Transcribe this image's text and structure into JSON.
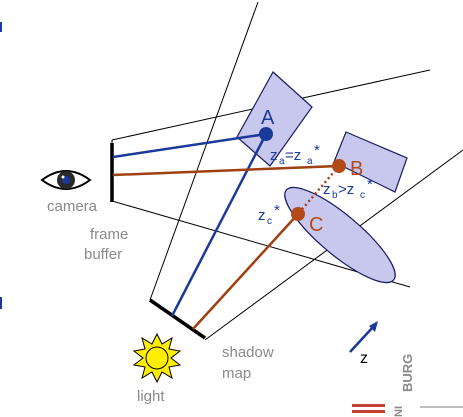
{
  "labels": {
    "camera": "camera",
    "frame_buffer_line1": "frame",
    "frame_buffer_line2": "buffer",
    "shadow_map_line1": "shadow",
    "shadow_map_line2": "map",
    "light": "light",
    "z_axis": "z",
    "logo_text": "BURG",
    "logo_text_2": "NI"
  },
  "points": {
    "A": {
      "label": "A",
      "color": "#1a3a9a"
    },
    "B": {
      "label": "B",
      "color": "#b34a1a"
    },
    "C": {
      "label": "C",
      "color": "#b34a1a"
    }
  },
  "annotations": {
    "za_main": "z",
    "za_sub1": "a",
    "za_eq": "=z",
    "za_sub2": "a",
    "za_star": "*",
    "zb_main": "z",
    "zb_sub1": "b",
    "zb_gt": ">z",
    "zb_sub2": "c",
    "zb_star": "*",
    "zc_main": "z",
    "zc_sub": "c",
    "zc_star": "*"
  },
  "colors": {
    "camera_ray": "#1a3a9a",
    "light_ray": "#a04010",
    "object_fill": "#c8c8ee",
    "object_stroke": "#1a1a60",
    "frustum": "#000000",
    "sun_fill": "#ffee00",
    "label_gray": "#8a8a8a",
    "axis_arrow": "#1a3a9a"
  }
}
